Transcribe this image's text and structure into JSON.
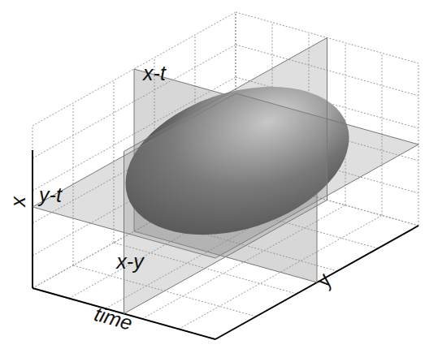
{
  "diagram": {
    "labels": [
      "x-t",
      "y-t",
      "x-y",
      "x",
      "time",
      "y"
    ]
  }
}
